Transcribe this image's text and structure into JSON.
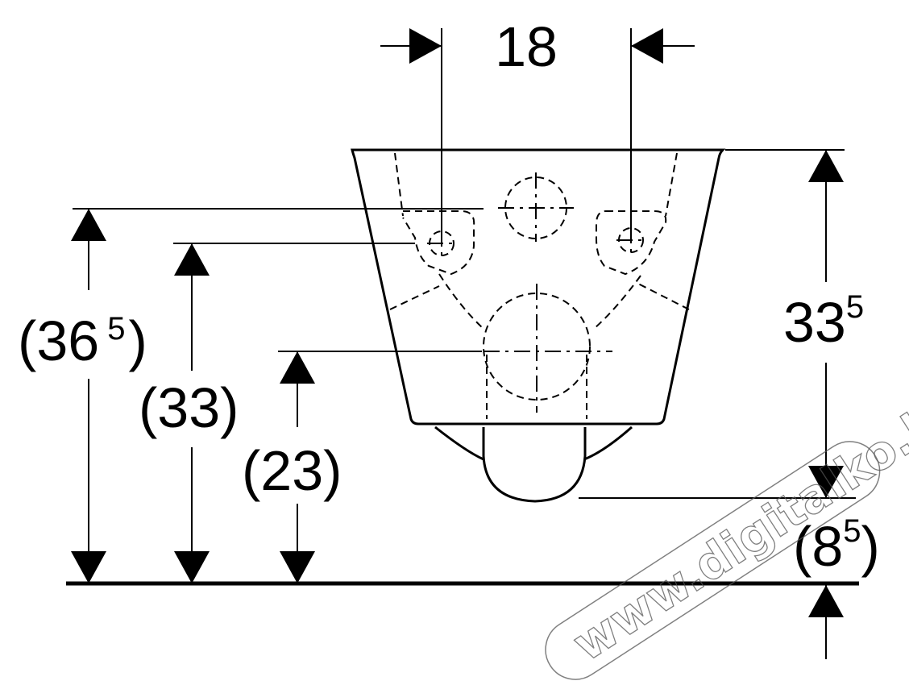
{
  "colors": {
    "line": "#000000",
    "background": "#ffffff",
    "watermark": "#555555"
  },
  "dimensions": {
    "top_width": "18",
    "left_outer": {
      "open": "(",
      "main": "36",
      "sup": "5",
      "close": ")"
    },
    "left_mid": "(33)",
    "left_inner": "(23)",
    "right_height": {
      "main": "33",
      "sup": "5"
    },
    "right_bottom": {
      "open": "(",
      "main": "8",
      "sup": "5",
      "close": ")"
    }
  },
  "watermark": "www.digitalko.hu"
}
